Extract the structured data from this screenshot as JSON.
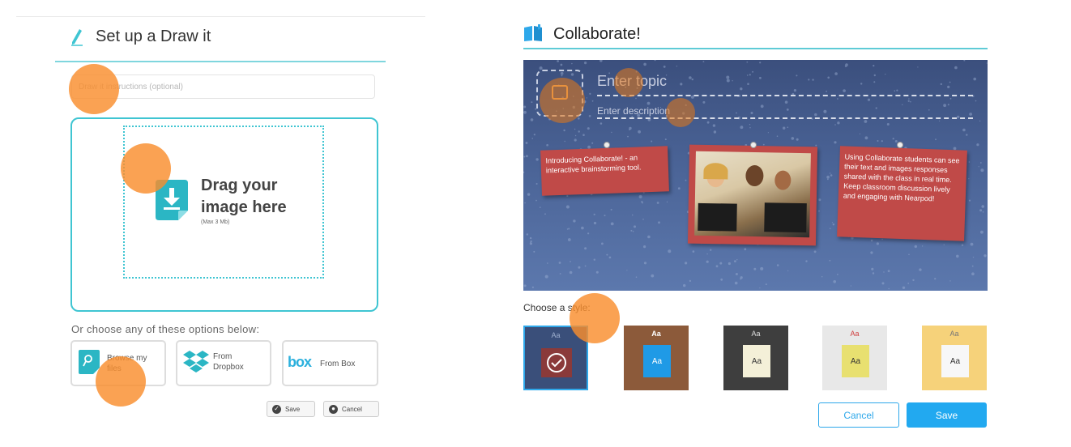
{
  "left": {
    "title": "Set up a Draw it",
    "instructions_placeholder": "Draw it instructions (optional)",
    "drop": {
      "line1": "Drag your",
      "line2": "image here",
      "max": "(Max 3 Mb)"
    },
    "options_label": "Or choose any of these options below:",
    "options": [
      {
        "line1": "Browse my",
        "line2": "files"
      },
      {
        "line1": "From",
        "line2": "Dropbox"
      },
      {
        "logo": "box",
        "label": "From Box"
      }
    ],
    "save_label": "Save",
    "cancel_label": "Cancel",
    "accent": "#3fc5d2"
  },
  "right": {
    "title": "Collaborate!",
    "topic_placeholder": "Enter topic",
    "description_placeholder": "Enter description",
    "notes": [
      {
        "text": "Introducing Collaborate! - an interactive brainstorming tool."
      },
      {
        "image": "classroom-photo"
      },
      {
        "text": "Using Collaborate students can see their text and images responses shared with the class in real time. Keep classroom discussion lively and engaging with Nearpod!"
      }
    ],
    "choose_style_label": "Choose a style:",
    "styles": [
      {
        "label": "Aa",
        "card": "",
        "selected": true
      },
      {
        "label": "Aa",
        "card": "Aa"
      },
      {
        "label": "Aa",
        "card": "Aa"
      },
      {
        "label": "Aa",
        "card": "Aa"
      },
      {
        "label": "Aa",
        "card": "Aa"
      }
    ],
    "cancel_label": "Cancel",
    "save_label": "Save",
    "accent": "#22a9f0"
  }
}
